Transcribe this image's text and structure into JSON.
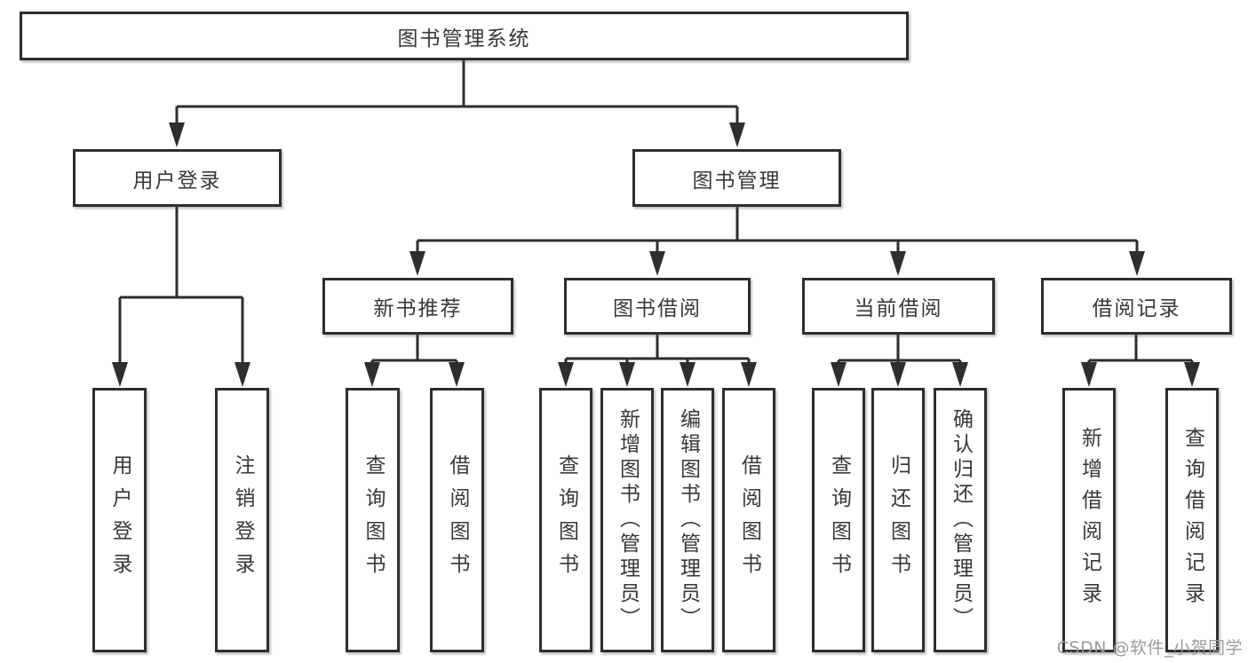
{
  "tree": {
    "label": "图书管理系统",
    "children": [
      {
        "label": "用户登录",
        "children": [
          {
            "label": "用户登录"
          },
          {
            "label": "注销登录"
          }
        ]
      },
      {
        "label": "图书管理",
        "children": [
          {
            "label": "新书推荐",
            "children": [
              {
                "label": "查询图书"
              },
              {
                "label": "借阅图书"
              }
            ]
          },
          {
            "label": "图书借阅",
            "children": [
              {
                "label": "查询图书"
              },
              {
                "label": "新增图书（管理员）"
              },
              {
                "label": "编辑图书（管理员）"
              },
              {
                "label": "借阅图书"
              }
            ]
          },
          {
            "label": "当前借阅",
            "children": [
              {
                "label": "查询图书"
              },
              {
                "label": "归还图书"
              },
              {
                "label": "确认归还（管理员）"
              }
            ]
          },
          {
            "label": "借阅记录",
            "children": [
              {
                "label": "新增借阅记录"
              },
              {
                "label": "查询借阅记录"
              }
            ]
          }
        ]
      }
    ]
  },
  "watermark": {
    "text": "CSDN @软件_小贺同学"
  },
  "colors": {
    "line": "#2e2e2e",
    "text": "#383838",
    "watermark": "#9a9a9a",
    "background": "#ffffff"
  }
}
